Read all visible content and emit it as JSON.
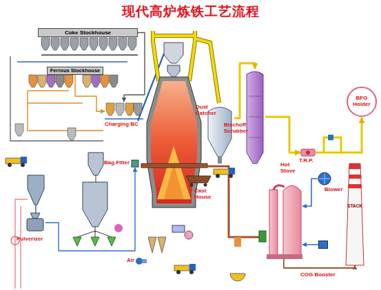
{
  "diagram": {
    "title": "现代高炉炼铁工艺流程",
    "nodes": [
      {
        "text": [
          "Coke Stockhouse"
        ]
      },
      {
        "text": [
          "Ferrous Stockhouse"
        ]
      },
      {
        "text": [
          "Charging BC"
        ]
      },
      {
        "text": [
          "Dust Catcher"
        ]
      },
      {
        "text": [
          "Bischoff Scrubber"
        ]
      },
      {
        "text": [
          "BFG Holder"
        ]
      },
      {
        "text": [
          "T.R.P."
        ]
      },
      {
        "text": [
          "Bag Filter"
        ]
      },
      {
        "text": [
          "Hot Stove"
        ]
      },
      {
        "text": [
          "Blower"
        ]
      },
      {
        "text": [
          "Cast House"
        ]
      },
      {
        "text": [
          "STACK"
        ]
      },
      {
        "text": [
          "Pulverizer"
        ]
      },
      {
        "text": [
          "Air"
        ]
      },
      {
        "text": [
          "COG Booster"
        ]
      }
    ],
    "edges": [
      {
        "from": 0,
        "to": 2,
        "arrow": "to"
      },
      {
        "from": 1,
        "to": 2,
        "arrow": "to"
      },
      {
        "from": 3,
        "to": 4,
        "arrow": "to"
      },
      {
        "from": 4,
        "to": 6,
        "arrow": "to"
      },
      {
        "from": 6,
        "to": 5,
        "arrow": "to"
      },
      {
        "from": 9,
        "to": 8,
        "arrow": "to"
      },
      {
        "from": 14,
        "to": 8,
        "arrow": "to"
      },
      {
        "from": 8,
        "to": 11,
        "arrow": "to"
      },
      {
        "from": 12,
        "to": 7,
        "arrow": "to"
      }
    ]
  }
}
